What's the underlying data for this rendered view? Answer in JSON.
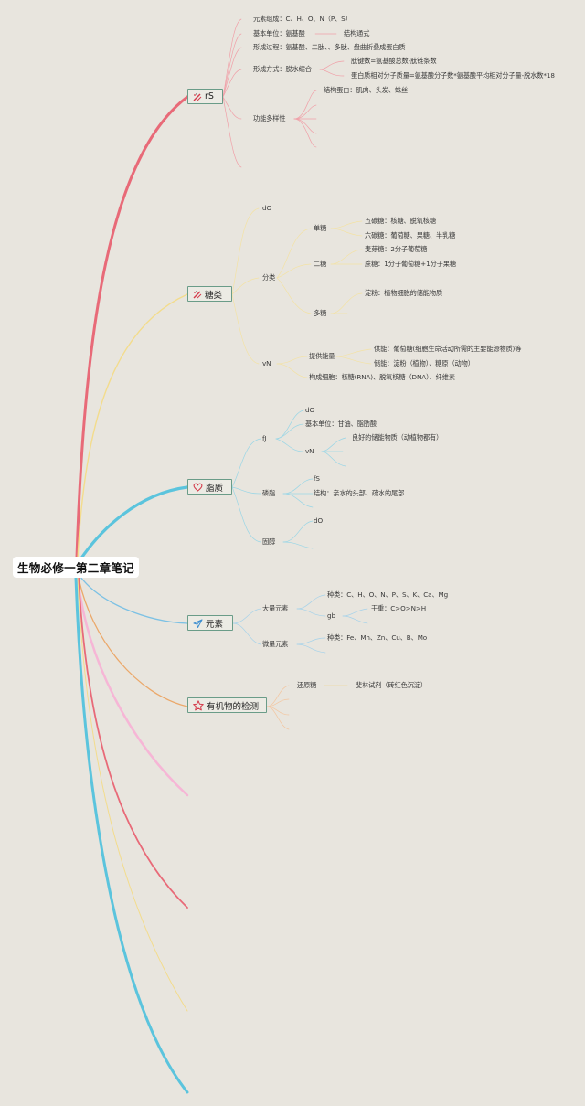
{
  "root": {
    "title": "生物必修一第二章笔记"
  },
  "colors": {
    "background": "#e8e5de",
    "branch_protein": "#e86a78",
    "branch_sugar": "#f3dc8c",
    "branch_lipid": "#5bc4dd",
    "branch_element": "#7cc1e4",
    "branch_detect": "#eba86a",
    "branch_pink": "#f6b6d6",
    "topic_border": "#6a9c88"
  },
  "topics": {
    "protein": {
      "label": "rS",
      "icon": "tools-icon",
      "children": {
        "element_composition": "元素组成：C、H、O、N（P、S）",
        "basic_unit": "基本单位：氨基酸",
        "structure_formula": "结构通式",
        "formation_process": "形成过程：氨基酸、二肽、、多肽、盘曲折叠成蛋白质",
        "formation_method": "形成方式：脱水缩合",
        "peptide_bonds": "肽键数=氨基酸总数-肽链条数",
        "relative_mass": "蛋白质相对分子质量=氨基酸分子数*氨基酸平均相对分子量-脱水数*18",
        "function_diversity": "功能多样性",
        "structural_protein": "结构蛋白：肌肉、头发、蛛丝"
      }
    },
    "sugar": {
      "label": "糖类",
      "icon": "tools-icon",
      "children": {
        "d0": "dO",
        "classification": "分类",
        "monosaccharide": "单糖",
        "pentose": "五碳糖：核糖、脱氧核糖",
        "hexose": "六碳糖：葡萄糖、果糖、半乳糖",
        "disaccharide": "二糖",
        "maltose": "麦芽糖：2分子葡萄糖",
        "sucrose": "蔗糖：1分子葡萄糖+1分子果糖",
        "polysaccharide": "多糖",
        "starch": "淀粉：植物细胞的储能物质",
        "vn": "vN",
        "provide_energy": "提供能量",
        "energy_supply": "供能：葡萄糖(细胞生命活动所需的主要能源物质)等",
        "energy_storage": "储能：淀粉（植物）、糖原（动物）",
        "cell_composition": "构成细胞：核糖(RNA)、脱氧核糖（DNA）、纤维素"
      }
    },
    "lipid": {
      "label": "脂质",
      "icon": "heart-icon",
      "children": {
        "fat": "fJ",
        "fat_d0": "dO",
        "fat_basic_unit": "基本单位：甘油、脂肪酸",
        "fat_vn": "vN",
        "good_storage": "良好的储能物质（动植物都有）",
        "phospholipid": "磷脂",
        "phos_fs": "fS",
        "phos_structure": "结构：亲水的头部、疏水的尾部",
        "sterol": "固醇",
        "sterol_d0": "dO"
      }
    },
    "element": {
      "label": "元素",
      "icon": "paper-plane-icon",
      "children": {
        "macro": "大量元素",
        "macro_types": "种类：C、H、O、N、P、S、K、Ca、Mg",
        "gb": "gb",
        "dry_weight": "干重：C>O>N>H",
        "micro": "微量元素",
        "micro_types": "种类：Fe、Mn、Zn、Cu、B、Mo"
      }
    },
    "detect": {
      "label": "有机物的检测",
      "icon": "star-icon",
      "children": {
        "reducing_sugar": "还原糖",
        "fehling": "斐林试剂（砖红色沉淀）"
      }
    }
  }
}
